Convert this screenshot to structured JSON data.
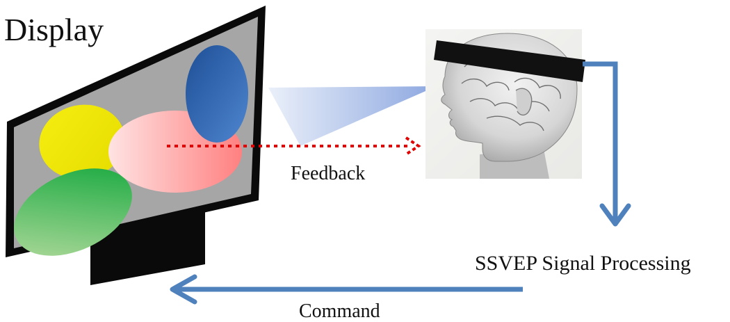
{
  "labels": {
    "display": "Display",
    "feedback": "Feedback",
    "processing": "SSVEP Signal Processing",
    "command": "Command"
  },
  "icons": {
    "monitor": "monitor-icon",
    "head": "human-head-eeg-icon"
  },
  "colors": {
    "stimulus_yellow": "#f2ea00",
    "stimulus_pink": "#ff8a8a",
    "stimulus_green": "#1aae3e",
    "stimulus_blue": "#1f5ea8",
    "screen": "#a6a6a6",
    "bezel": "#0a0a0a",
    "flow_arrow": "#4f81bd",
    "feedback_arrow": "#e00000",
    "gaze_beam": "#8fa8e0"
  }
}
